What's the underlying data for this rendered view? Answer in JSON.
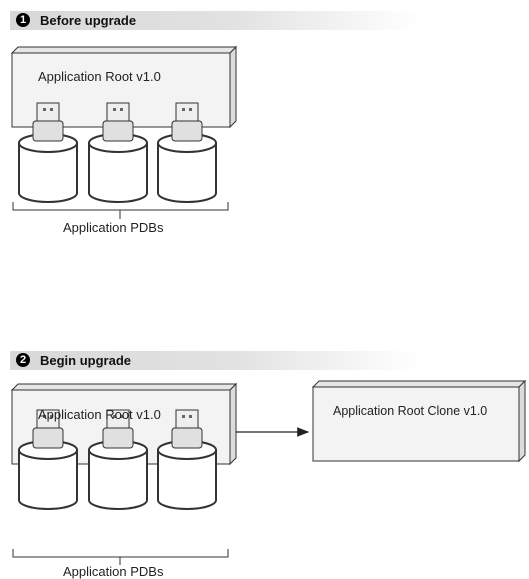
{
  "steps": [
    {
      "number": "1",
      "title": "Before upgrade",
      "app_root_label": "Application Root v1.0",
      "pdbs_label": "Application PDBs"
    },
    {
      "number": "2",
      "title": "Begin upgrade",
      "app_root_label": "Application Root v1.0",
      "pdbs_label": "Application PDBs",
      "clone_label": "Application Root Clone v1.0"
    }
  ],
  "colors": {
    "box_face": "#f3f3f3",
    "box_side": "#dcdcdc",
    "cylinder_fill": "#ffffff",
    "plug_fill": "#e8e8e8",
    "stroke": "#333333"
  }
}
